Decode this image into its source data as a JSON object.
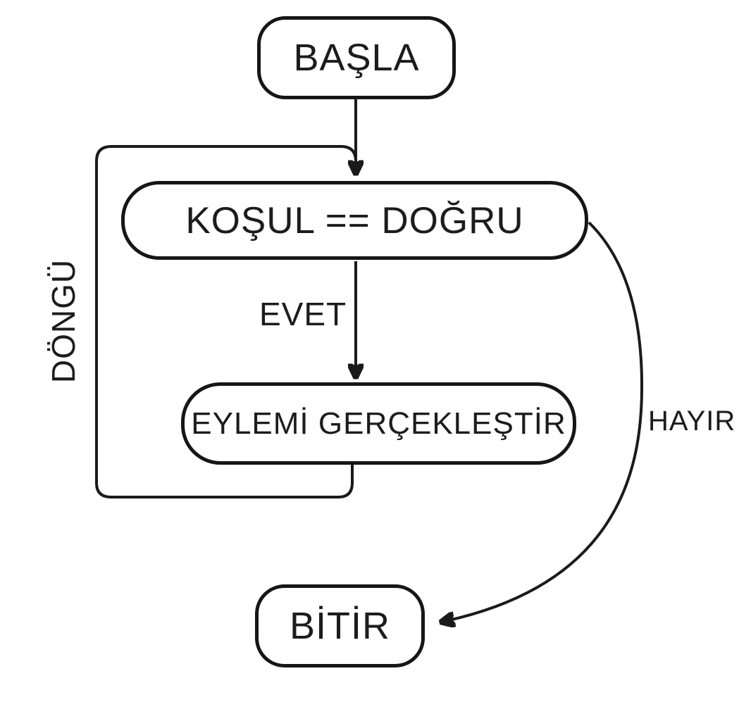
{
  "diagram": {
    "type": "flowchart",
    "background_color": "#ffffff",
    "stroke_color": "#1a1a1a",
    "text_color": "#1c1c1c",
    "nodes": {
      "start": {
        "label": "BAŞLA",
        "shape": "rounded-rectangle"
      },
      "condition": {
        "label": "KOŞUL == DOĞRU",
        "shape": "rounded-rectangle"
      },
      "action": {
        "label": "EYLEMİ GERÇEKLEŞTİR",
        "shape": "rounded-rectangle"
      },
      "end": {
        "label": "BİTİR",
        "shape": "rounded-rectangle"
      }
    },
    "labels": {
      "yes": "EVET",
      "no": "HAYIR",
      "loop": "DÖNGÜ"
    },
    "edges": [
      {
        "from": "start",
        "to": "condition",
        "label": ""
      },
      {
        "from": "condition",
        "to": "action",
        "label": "EVET"
      },
      {
        "from": "action",
        "to": "condition",
        "label": "DÖNGÜ",
        "style": "loop-back"
      },
      {
        "from": "condition",
        "to": "end",
        "label": "HAYIR",
        "style": "curved"
      }
    ]
  }
}
